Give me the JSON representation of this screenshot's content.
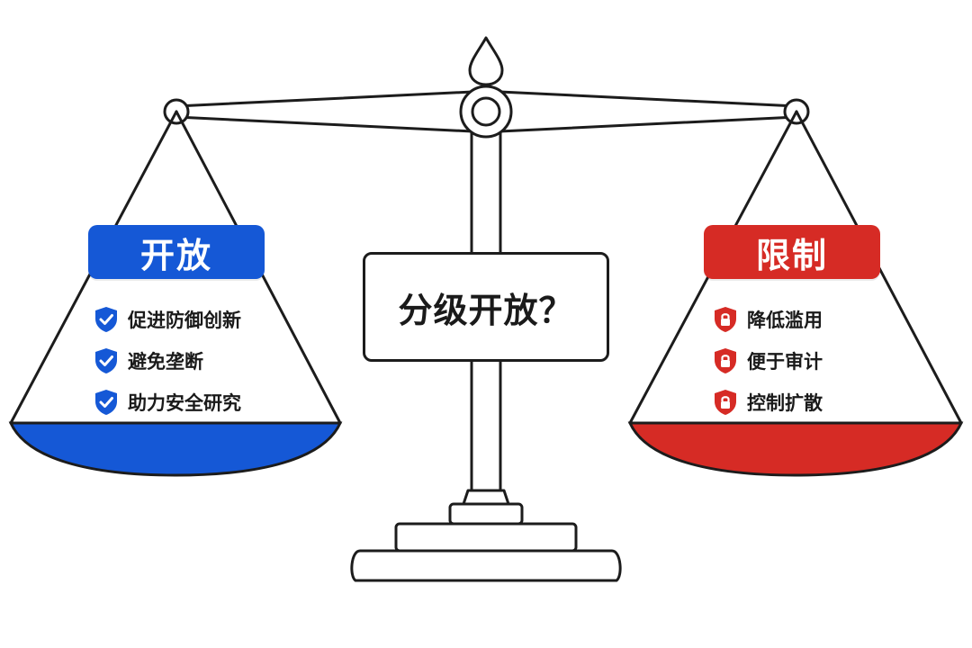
{
  "left_side": {
    "label": "开放",
    "color": "#1558d6",
    "items": [
      {
        "text": "促进防御创新",
        "icon": "shield-check-icon"
      },
      {
        "text": "避免垄断",
        "icon": "shield-check-icon"
      },
      {
        "text": "助力安全研究",
        "icon": "shield-check-icon"
      }
    ]
  },
  "center": {
    "label": "分级开放？"
  },
  "right_side": {
    "label": "限制",
    "color": "#d62b25",
    "items": [
      {
        "text": "降低滥用",
        "icon": "shield-lock-icon"
      },
      {
        "text": "便于审计",
        "icon": "shield-lock-icon"
      },
      {
        "text": "控制扩散",
        "icon": "shield-lock-icon"
      }
    ]
  }
}
